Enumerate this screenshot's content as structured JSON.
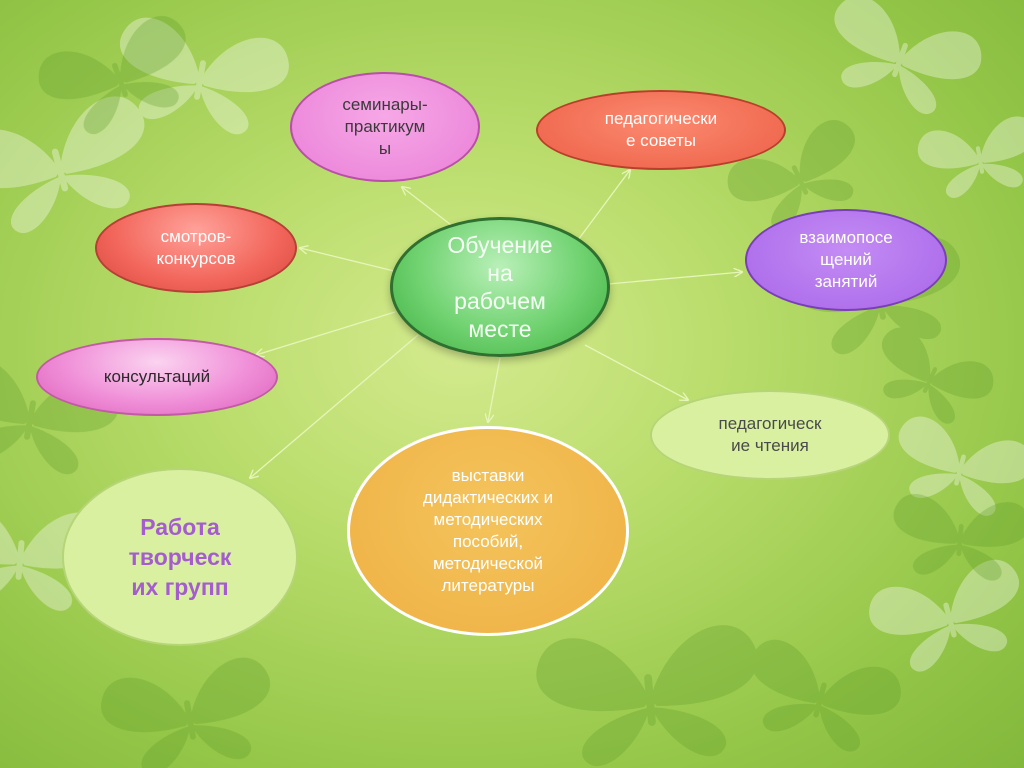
{
  "slide": {
    "center": "Обучение\nна\nрабочем\nместе",
    "nodes": {
      "seminars": "семинары-\nпрактикум\nы",
      "councils": "педагогически\nе советы",
      "contests": "смотров-\nконкурсов",
      "visits": "взаимопосе\nщений\nзанятий",
      "consult": "консультаций",
      "readings": "педагогическ\nие чтения",
      "exhibits": "выставки\nдидактических и\nметодических\nпособий,\nметодической\nлитературы",
      "groups": "Работа\nтворческ\nих групп"
    }
  },
  "colors": {
    "background": "#a8d45a",
    "center_fill": "#6fd26f",
    "seminars_fill": "#ea7fd8",
    "councils_fill": "#ec5f45",
    "contests_fill": "#f2655a",
    "visits_fill": "#a866e9",
    "consult_fill": "#f08fd8",
    "readings_fill": "#d8f0a0",
    "exhibits_fill": "#eeb043",
    "groups_fill": "#d8f0a0",
    "groups_text": "#a45ccf",
    "arrow": "#e6f5b8"
  }
}
